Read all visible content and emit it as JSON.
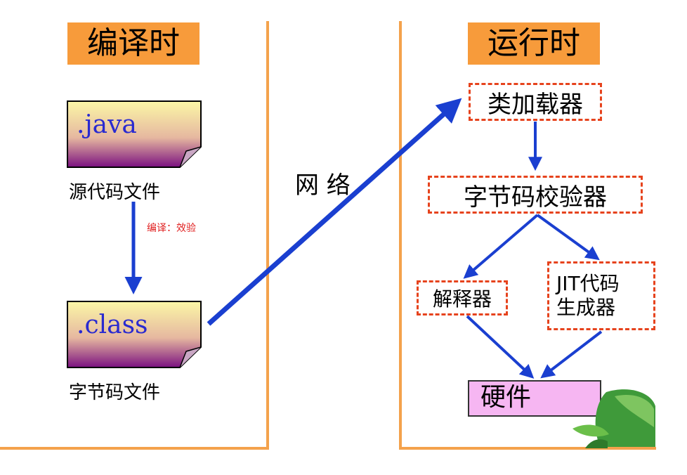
{
  "compile_section": {
    "header": "编译时",
    "source_file_label": ".java",
    "source_file_caption": "源代码文件",
    "compile_step_label": "编译：效验",
    "class_file_label": ".class",
    "class_file_caption": "字节码文件"
  },
  "network_label": "网 络",
  "runtime_section": {
    "header": "运行时",
    "class_loader": "类加载器",
    "bytecode_verifier": "字节码校验器",
    "interpreter": "解释器",
    "jit_line1": "JIT代码",
    "jit_line2": "生成器",
    "hardware": "硬件"
  },
  "colors": {
    "header_bg": "#f79b3b",
    "divider": "#f4a24c",
    "arrow": "#1a3fd0",
    "dashed_border": "#e6431d",
    "hardware_bg": "#f6b6f2",
    "file_text": "#2a2ad0"
  }
}
